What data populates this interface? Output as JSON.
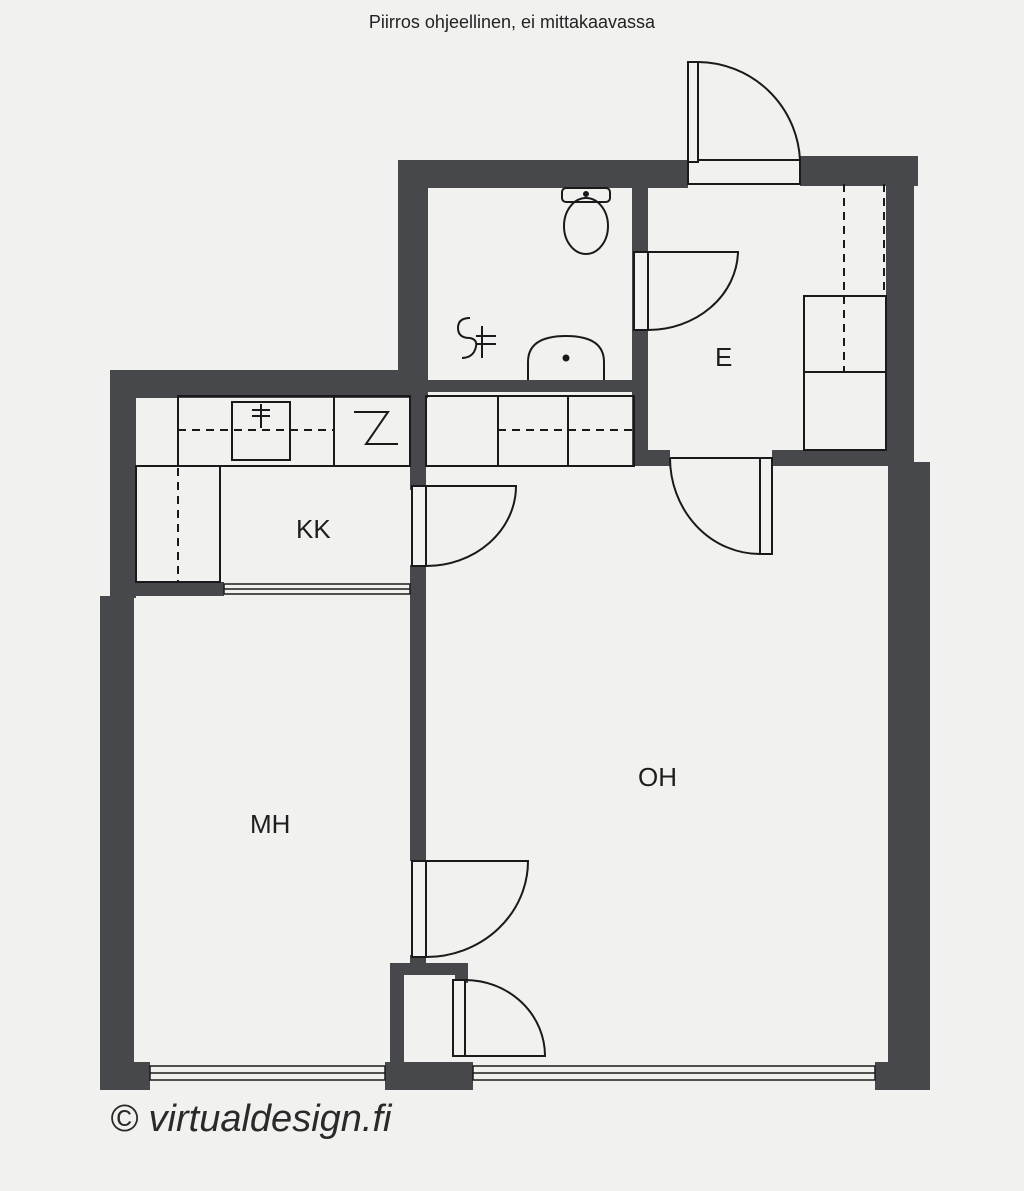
{
  "caption": "Piirros ohjeellinen, ei mittakaavassa",
  "copyright": "© virtualdesign.fi",
  "rooms": {
    "kk": "KK",
    "e": "E",
    "oh": "OH",
    "mh": "MH"
  },
  "colors": {
    "wall": "#46484b",
    "line": "#1a1a1a",
    "paper": "#f1f1ef"
  }
}
